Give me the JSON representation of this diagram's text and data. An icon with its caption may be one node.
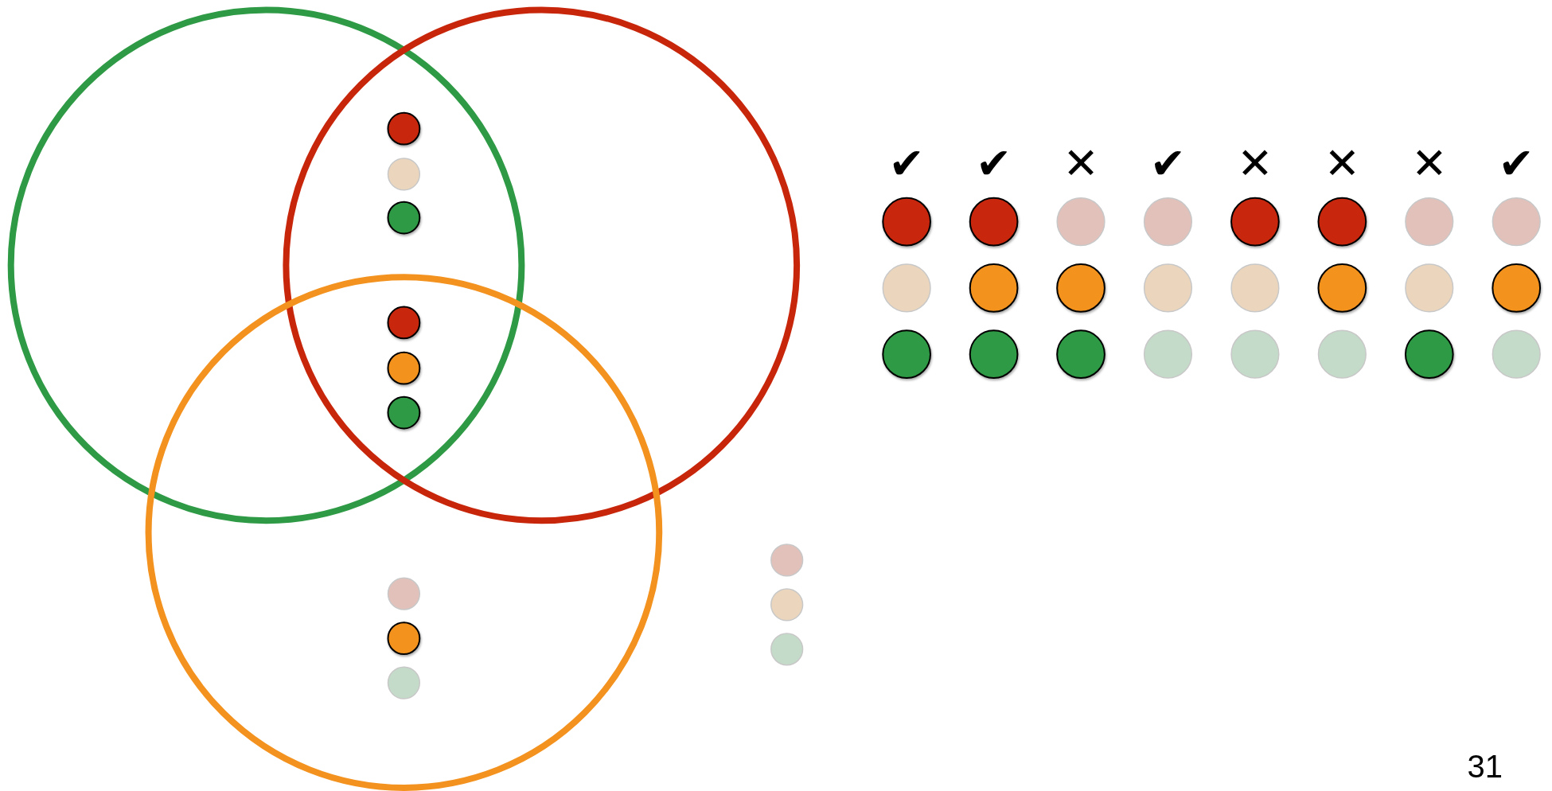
{
  "diagram": {
    "nodes": [
      {
        "text": [],
        "shape": "circle"
      },
      {
        "text": [],
        "shape": "circle"
      },
      {
        "text": [],
        "shape": "circle"
      }
    ],
    "edges": [],
    "labels": [
      "✔",
      "✔",
      "✕",
      "✔",
      "✕",
      "✕",
      "✕",
      "✔",
      "31"
    ]
  }
}
